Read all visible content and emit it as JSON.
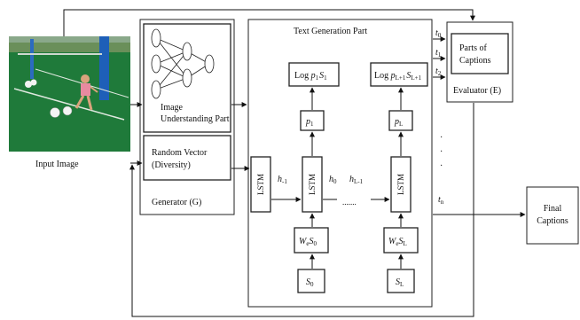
{
  "input": {
    "caption": "Input Image"
  },
  "image_part": {
    "label_line1": "Image",
    "label_line2": "Understanding Part"
  },
  "random_vector": {
    "line1": "Random Vector",
    "line2": "(Diversity)"
  },
  "generator": {
    "label": "Generator (G)"
  },
  "text_gen": {
    "title": "Text Generation Part",
    "lstm": "LSTM",
    "log1_a": "Log ",
    "log1_p": "p",
    "log1_s1": "1",
    "log1_S": "S",
    "log1_s2": "1",
    "logL_a": "Log ",
    "logL_p": "p",
    "logL_s1": "L+1",
    "logL_S": "S",
    "logL_s2": "L+1",
    "p1_p": "p",
    "p1_s": "1",
    "pL_p": "p",
    "pL_s": "L",
    "h_m1_h": "h",
    "h_m1_s": "-1",
    "h0_h": "h",
    "h0_s": "0",
    "hL1_h": "h",
    "hL1_s": "L-1",
    "dots": ".......",
    "we_s0_W": "W",
    "we_s0_e": "e",
    "we_s0_S": "S",
    "we_s0_n": "0",
    "we_sl_W": "W",
    "we_sl_e": "e",
    "we_sl_S": "S",
    "we_sl_n": "L",
    "s0_S": "S",
    "s0_n": "0",
    "sl_S": "S",
    "sl_n": "L"
  },
  "time": {
    "t0_t": "t",
    "t0_s": "0",
    "t1_t": "t",
    "t1_s": "1",
    "t2_t": "t",
    "t2_s": "2",
    "tn_t": "t",
    "tn_s": "n",
    "vdots": "·"
  },
  "evaluator": {
    "parts_line1": "Parts of",
    "parts_line2": "Captions",
    "label": "Evaluator (E)"
  },
  "final": {
    "line1": "Final",
    "line2": "Captions"
  }
}
